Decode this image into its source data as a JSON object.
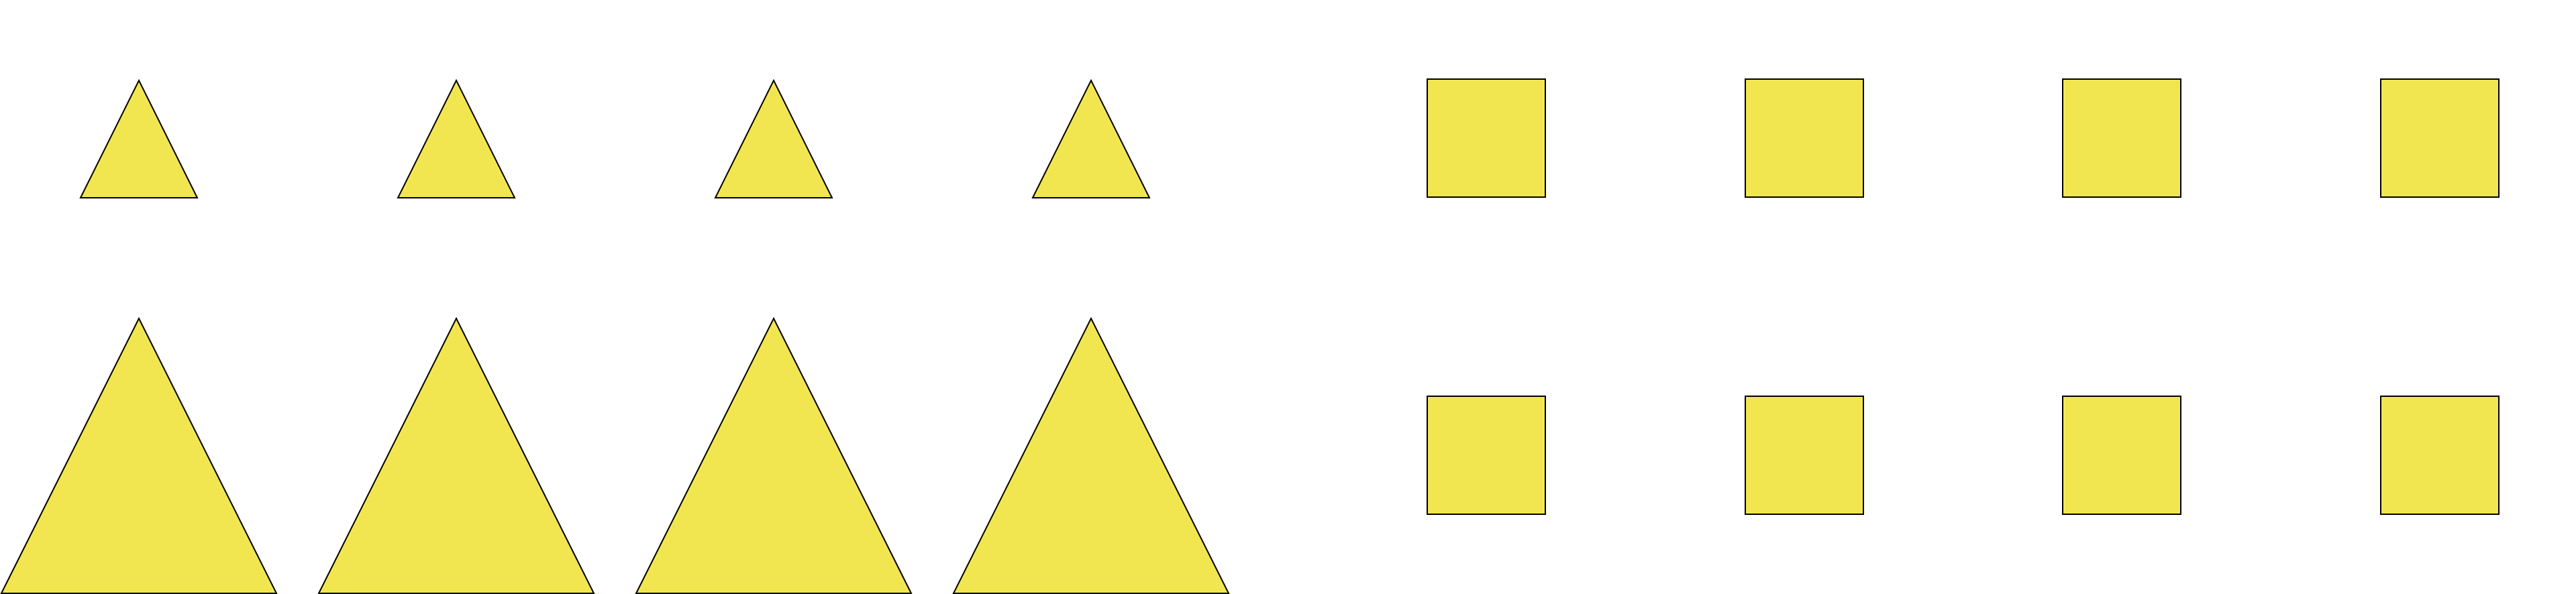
{
  "colors": {
    "fill": "#f2e650",
    "stroke": "#000000",
    "background": "#ffffff"
  },
  "rows": [
    {
      "name": "top-row",
      "shapes": [
        {
          "kind": "triangle",
          "size": "small"
        },
        {
          "kind": "triangle",
          "size": "small"
        },
        {
          "kind": "triangle",
          "size": "small"
        },
        {
          "kind": "triangle",
          "size": "small"
        },
        {
          "kind": "square",
          "size": "small"
        },
        {
          "kind": "square",
          "size": "small"
        },
        {
          "kind": "square",
          "size": "small"
        },
        {
          "kind": "square",
          "size": "small"
        }
      ]
    },
    {
      "name": "bottom-row",
      "shapes": [
        {
          "kind": "triangle",
          "size": "large"
        },
        {
          "kind": "triangle",
          "size": "large"
        },
        {
          "kind": "triangle",
          "size": "large"
        },
        {
          "kind": "triangle",
          "size": "large"
        },
        {
          "kind": "square",
          "size": "small"
        },
        {
          "kind": "square",
          "size": "small"
        },
        {
          "kind": "square",
          "size": "small"
        },
        {
          "kind": "square",
          "size": "small"
        }
      ]
    }
  ]
}
